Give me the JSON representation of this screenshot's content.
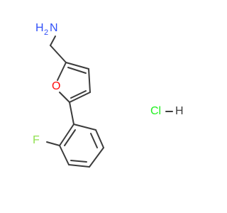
{
  "structure": {
    "atoms": {
      "amine_n": "N",
      "amine_h": "H",
      "amine_h_count": "2",
      "ring_oxygen": "O",
      "fluorine": "F"
    },
    "salt": {
      "chlorine": "Cl",
      "hydrogen": "H"
    },
    "colors": {
      "bond": "#3c3c3c",
      "nitrogen": "#3050f8",
      "oxygen": "#ff0d0d",
      "fluorine": "#90e050",
      "chlorine": "#1ff01f",
      "carbon_hydrogen": "#3c3c3c"
    }
  }
}
